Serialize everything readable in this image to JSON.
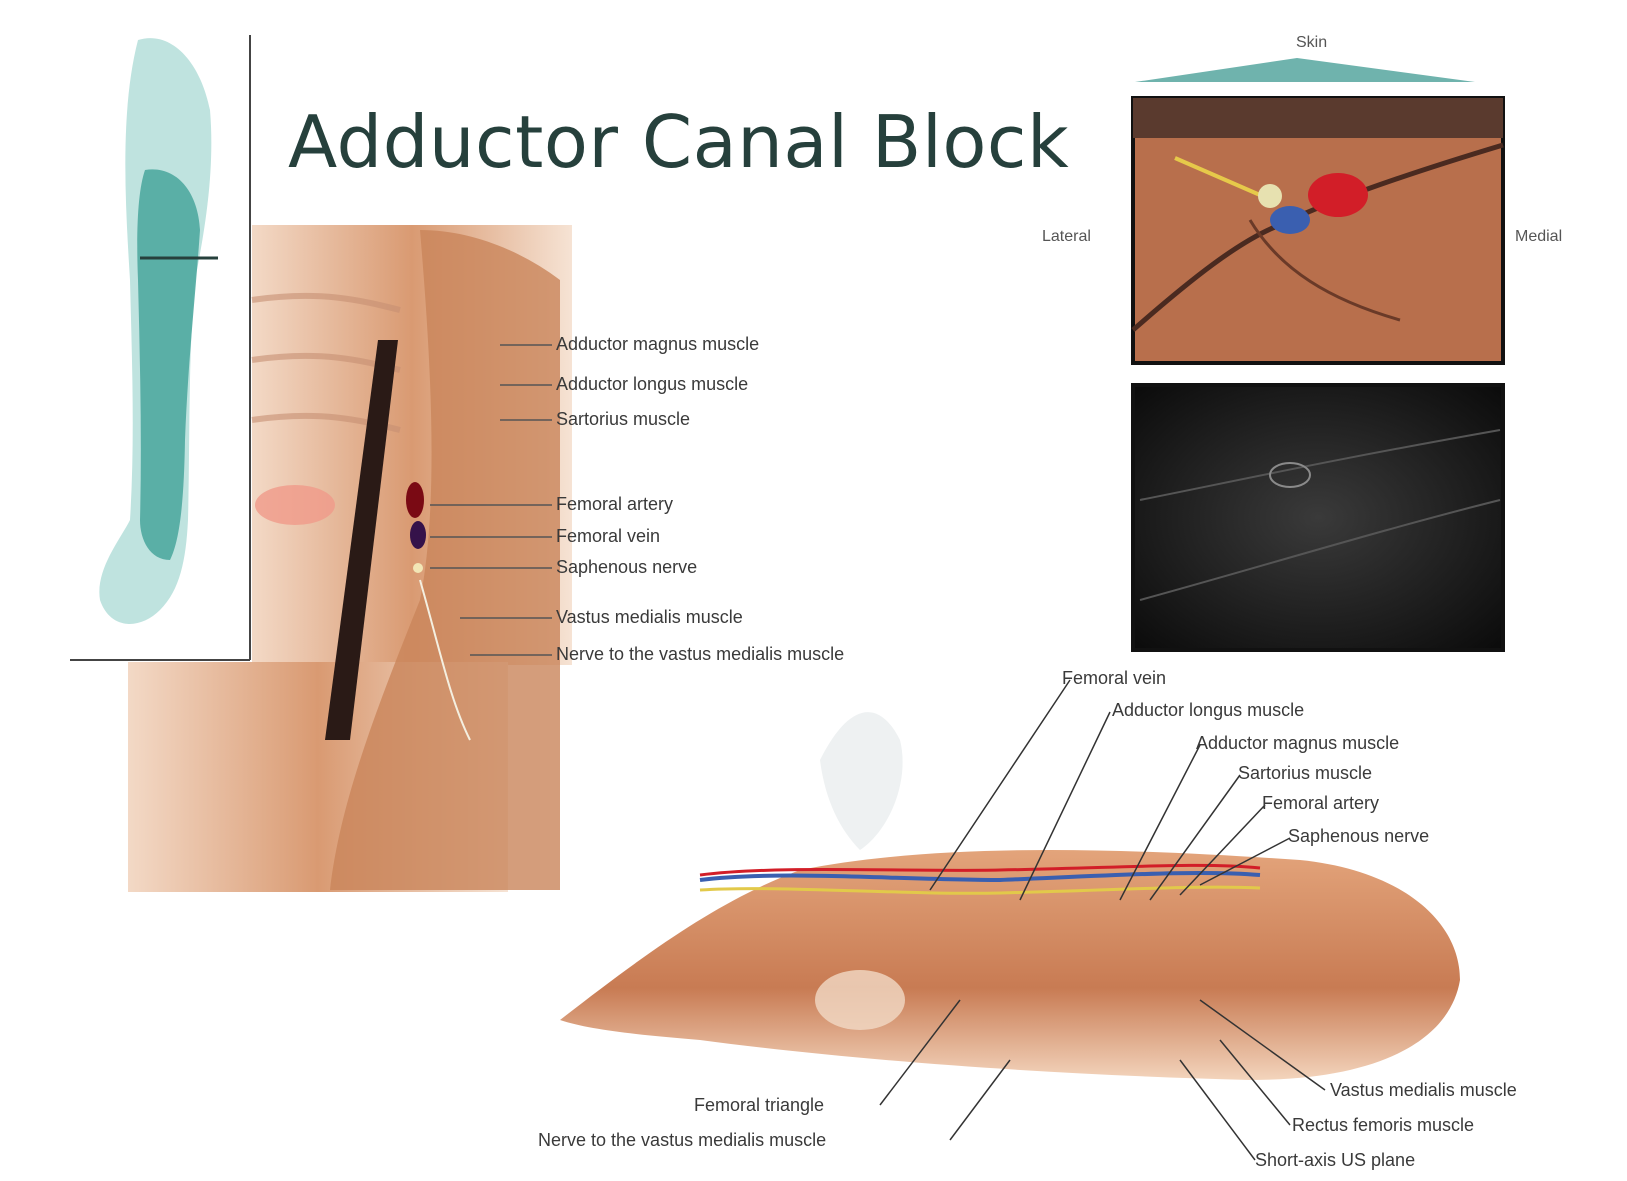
{
  "title": "Adductor Canal Block",
  "colors": {
    "title": "#26403c",
    "leg": "#4fa8a0",
    "muscle": "#c9845a",
    "artery": "#d21e28",
    "vein": "#3a5fb0",
    "nerve": "#e2c94a"
  },
  "cross_section_labels": [
    "Adductor magnus muscle",
    "Adductor longus muscle",
    "Sartorius muscle",
    "Femoral artery",
    "Femoral vein",
    "Saphenous nerve",
    "Vastus medialis muscle",
    "Nerve to the vastus medialis muscle"
  ],
  "ultrasound": {
    "top_label": "Skin",
    "left_label": "Lateral",
    "right_label": "Medial"
  },
  "thigh_labels_top": [
    "Femoral vein",
    "Adductor longus muscle",
    "Adductor magnus muscle",
    "Sartorius muscle",
    "Femoral artery",
    "Saphenous nerve"
  ],
  "thigh_labels_bottom_left": [
    "Femoral triangle",
    "Nerve to the vastus medialis muscle"
  ],
  "thigh_labels_bottom_right": [
    "Vastus medialis muscle",
    "Rectus femoris muscle",
    "Short-axis US plane"
  ]
}
